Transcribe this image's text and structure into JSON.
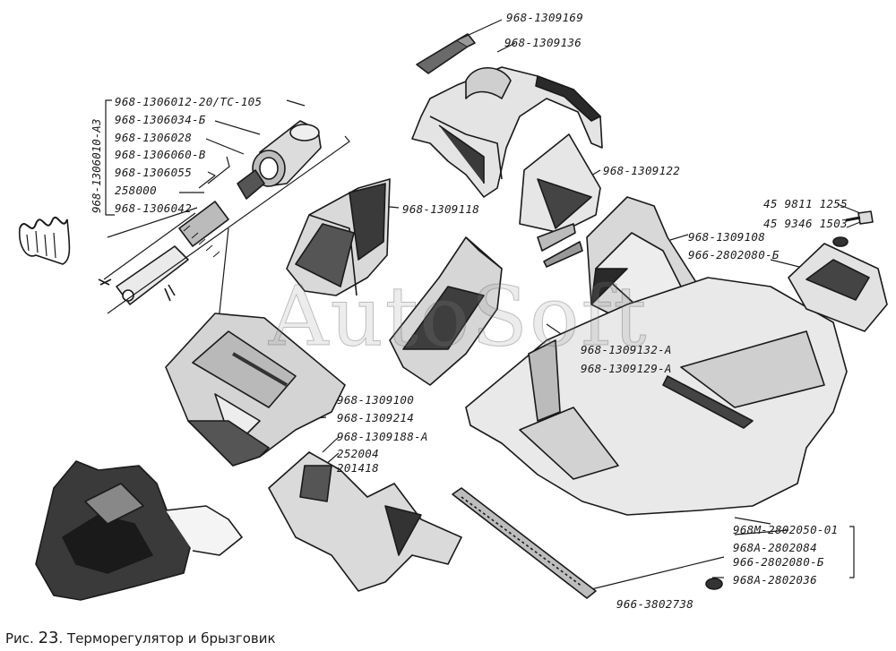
{
  "caption": {
    "prefix": "Рис.",
    "number": "23",
    "title": ". Терморегулятор и брызговик"
  },
  "watermark": "AutoSoft",
  "labels": {
    "p968_1309169": "968-1309169",
    "p968_1309136": "968-1309136",
    "p968_1306012": "968-1306012-20/ТС-105",
    "p968_1306034": "968-1306034-Б",
    "p968_1306028": "968-1306028",
    "p968_1306060": "968-1306060-В",
    "p968_1306055": "968-1306055",
    "p258000": "258000",
    "p968_1306042": "968-1306042",
    "p968_1306010": "968-1306010-А3",
    "p968_1309118": "968-1309118",
    "p968_1309122": "968-1309122",
    "p45_9811": "45 9811 1255",
    "p45_9346": "45 9346 1503",
    "p968_1309108": "968-1309108",
    "p966_2802080_top": "966-2802080-Б",
    "p968_1309132": "968-1309132-А",
    "p968_1309129": "968-1309129-А",
    "p968_1309100": "968-1309100",
    "p968_1309214": "968-1309214",
    "p968_1309188": "968-1309188-А",
    "p252004": "252004",
    "p201418": "201418",
    "p968M_2802050": "968М-2802050-01",
    "p968A_2802084": "968А-2802084",
    "p966_2802080_bot": "966-2802080-Б",
    "p968A_2802036": "968А-2802036",
    "p966_3802738": "966-3802738"
  }
}
